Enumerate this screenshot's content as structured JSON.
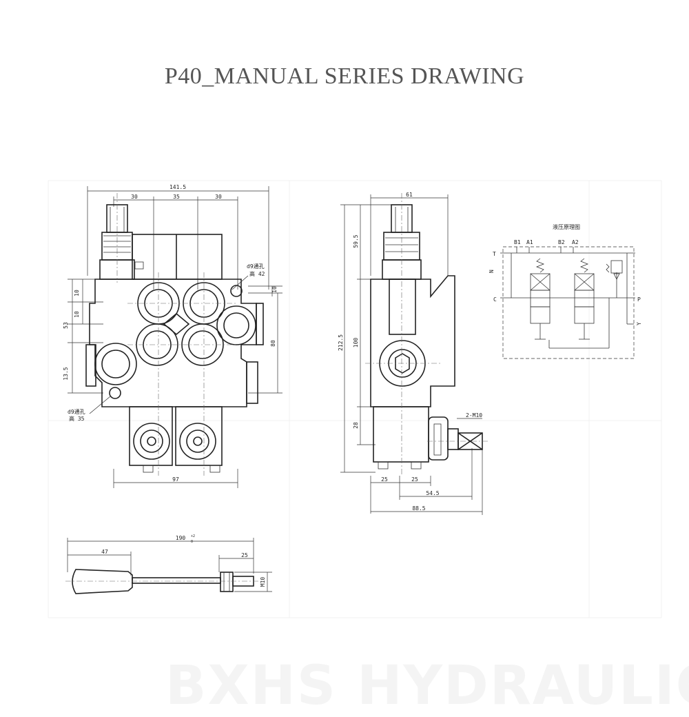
{
  "title": "P40_MANUAL SERIES DRAWING",
  "watermark": "BXHS HYDRAULIC",
  "front_view": {
    "dims": {
      "overall_width": "141.5",
      "spacing_1": "30",
      "spacing_2": "35",
      "spacing_3": "30",
      "left_10a": "10",
      "left_10b": "10",
      "left_53": "53",
      "left_13_5": "13.5",
      "right_10": "10",
      "right_80": "80",
      "bottom_97": "97"
    },
    "hole_note_top_1": "d9通孔",
    "hole_note_top_2": "高 42",
    "hole_note_bottom_1": "d9通孔",
    "hole_note_bottom_2": "高 35"
  },
  "side_view": {
    "dims": {
      "top_61": "61",
      "h_59_5": "59.5",
      "h_212_5": "212.5",
      "h_100": "100",
      "h_28": "28",
      "b_25a": "25",
      "b_25b": "25",
      "b_54_5": "54.5",
      "b_88_5": "88.5",
      "thread": "2-M10"
    }
  },
  "schematic": {
    "title": "液压原理图",
    "port_t": "T",
    "port_c": "C",
    "port_p": "P",
    "port_n": "N",
    "port_y": "Y",
    "label_b1": "B1",
    "label_a1": "A1",
    "label_b2": "B2",
    "label_a2": "A2"
  },
  "handle": {
    "dims": {
      "overall": "190",
      "tol_upper": "+2",
      "tol_lower": "0",
      "grip": "47",
      "end": "25",
      "thread": "M10"
    }
  }
}
